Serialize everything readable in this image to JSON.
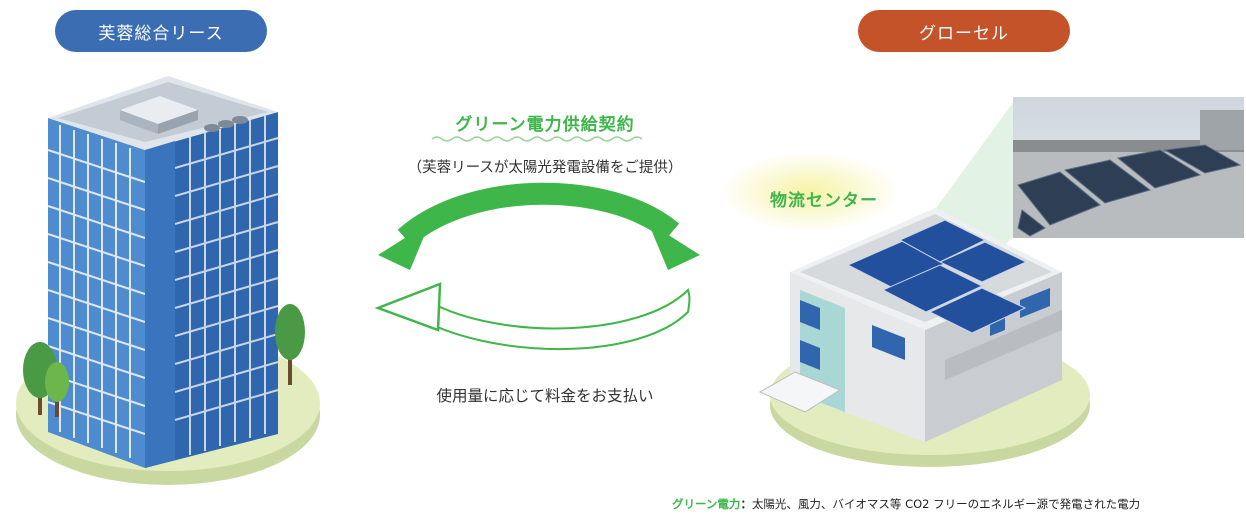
{
  "left_party": {
    "label": "芙蓉総合リース",
    "color": "#3b6db3"
  },
  "right_party": {
    "label": "グローセル",
    "color": "#c4532a"
  },
  "contract": {
    "title": "グリーン電力供給契約",
    "subtitle": "（芙蓉リースが太陽光発電設備をご提供）",
    "color": "#3fb64a"
  },
  "payment": {
    "text": "使用量に応じて料金をお支払い"
  },
  "facility": {
    "label": "物流センター"
  },
  "footnote": {
    "term": "グリーン電力",
    "separator": "：",
    "definition": "太陽光、風力、バイオマス等 CO2 フリーのエネルギー源で発電された電力"
  },
  "icons": [
    "office-building",
    "logistics-warehouse",
    "solar-panel",
    "bidirectional-arrow",
    "return-arrow",
    "tree"
  ]
}
